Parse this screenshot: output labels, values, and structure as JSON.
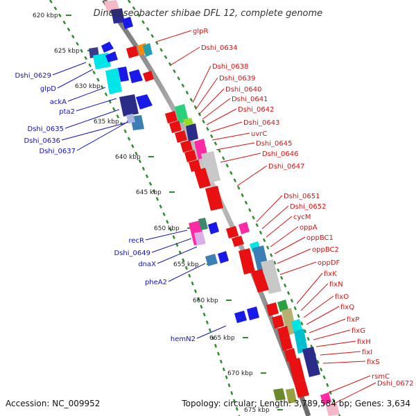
{
  "title": "Dinoroseobacter shibae DFL 12, complete genome",
  "accession": "Accession: NC_009952",
  "topology_info": "Topology: circular; Length: 3,789,584 bp; Genes: 3,634",
  "ticks": [
    "620 kbp",
    "625 kbp",
    "630 kbp",
    "635 kbp",
    "640 kbp",
    "645 kbp",
    "650 kbp",
    "655 kbp",
    "660 kbp",
    "665 kbp",
    "670 kbp",
    "675 kbp"
  ],
  "left_labels": [
    "Dshi_0629",
    "glpD",
    "ackA",
    "pta2",
    "Dshi_0635",
    "Dshi_0636",
    "Dshi_0637",
    "recR",
    "Dshi_0649",
    "dnaX",
    "pheA2",
    "hemN2"
  ],
  "right_labels": [
    "glpR",
    "Dshi_0634",
    "Dshi_0638",
    "Dshi_0639",
    "Dshi_0640",
    "Dshi_0641",
    "Dshi_0642",
    "Dshi_0643",
    "uvrC",
    "Dshi_0645",
    "Dshi_0646",
    "Dshi_0647",
    "Dshi_0651",
    "Dshi_0652",
    "cycM",
    "oppA",
    "oppBC1",
    "oppBC2",
    "oppDF",
    "fixK",
    "fixN",
    "fixO",
    "fixQ",
    "fixP",
    "fixG",
    "fixH",
    "fixI",
    "fixS",
    "rsmC",
    "Dshi_0672"
  ],
  "colors": {
    "backbone": "#9a9a9a",
    "ticks": "#2e8b2e",
    "left_label": "#1010c0",
    "right_label": "#dd1010",
    "cyan": "#00e5e5",
    "blue": "#1a1ae8",
    "navy": "#2b2b8a",
    "magenta": "#ff2aa6",
    "red": "#e81010",
    "grey": "#c8c8c8",
    "green": "#2ad07a",
    "olive": "#9aa040"
  }
}
